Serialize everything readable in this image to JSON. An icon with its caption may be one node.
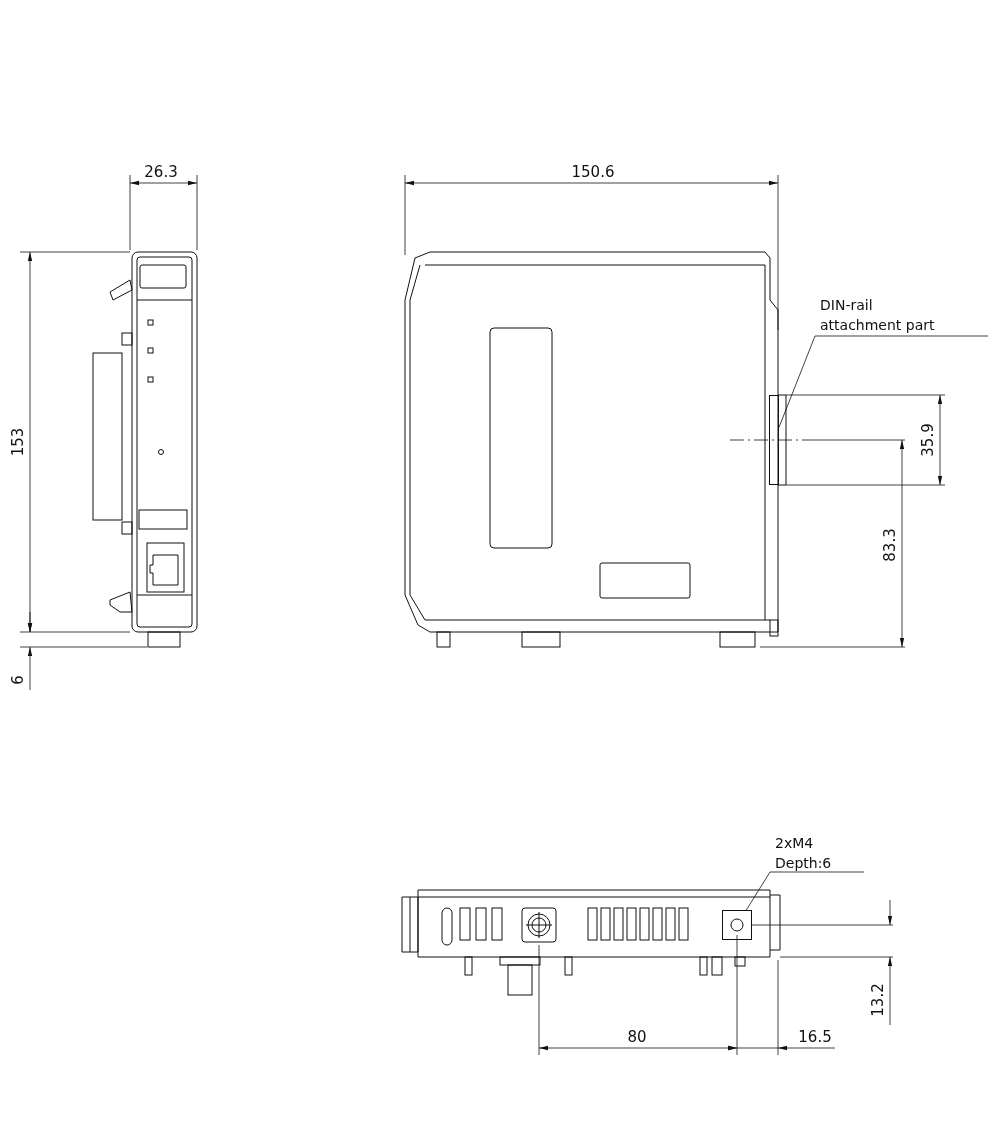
{
  "diagram": {
    "nodes": [
      {
        "text": [
          "DIN-rail attachment part"
        ]
      },
      {
        "text": [],
        "shape": "box"
      },
      {
        "text": [
          "2xM4 Depth:6"
        ]
      },
      {
        "text": [],
        "shape": "box"
      }
    ],
    "edges": [
      {
        "from": 0,
        "to": 1,
        "arrow": "none"
      },
      {
        "from": 2,
        "to": 3,
        "arrow": "none"
      }
    ],
    "labels": [
      "26.3",
      "150.6",
      "153",
      "6",
      "35.9",
      "83.3",
      "13.2",
      "80",
      "16.5"
    ]
  }
}
